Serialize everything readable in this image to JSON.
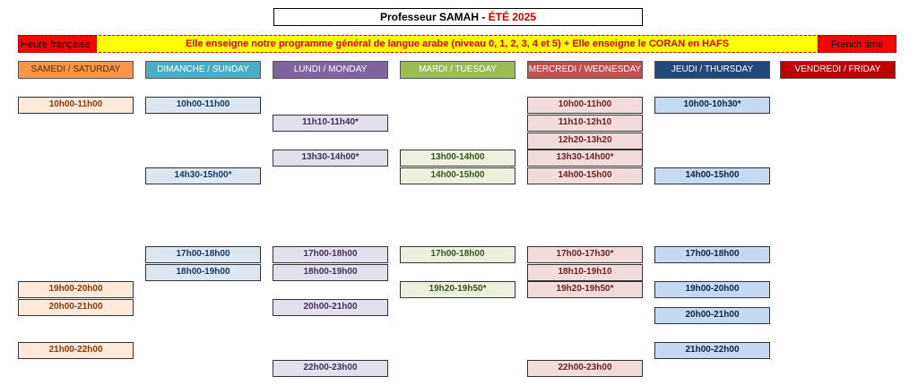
{
  "title": {
    "prefix": "Professeur SAMAH - ",
    "season": "ÉTÉ 2025"
  },
  "banner": {
    "left_label": "Heure française",
    "text": "Elle enseigne notre programme général de langue arabe (niveau 0, 1, 2, 3, 4 et 5) + Elle enseigne le CORAN en HAFS",
    "right_label": "French time"
  },
  "colors": {
    "samedi": "#f79646",
    "dimanche": "#4bacc6",
    "lundi": "#8064a2",
    "mardi": "#9bbb59",
    "mercredi": "#c0504d",
    "jeudi": "#1f497d",
    "vendredi": "#c00000",
    "banner": "#ffff00"
  },
  "days": [
    {
      "key": "sam",
      "label": "SAMEDI / SATURDAY",
      "slots": [
        "10h00-11h00",
        "19h00-20h00",
        "20h00-21h00",
        "21h00-22h00"
      ]
    },
    {
      "key": "dim",
      "label": "DIMANCHE / SUNDAY",
      "slots": [
        "10h00-11h00",
        "14h30-15h00*",
        "17h00-18h00",
        "18h00-19h00"
      ]
    },
    {
      "key": "lun",
      "label": "LUNDI / MONDAY",
      "slots": [
        "11h10-11h40*",
        "13h30-14h00*",
        "17h00-18h00",
        "18h00-19h00",
        "20h00-21h00",
        "22h00-23h00"
      ]
    },
    {
      "key": "mar",
      "label": "MARDI / TUESDAY",
      "slots": [
        "13h00-14h00",
        "14h00-15h00",
        "17h00-18h00",
        "19h20-19h50*"
      ]
    },
    {
      "key": "mer",
      "label": "MERCREDI / WEDNESDAY",
      "slots": [
        "10h00-11h00",
        "11h10-12h10",
        "12h20-13h20",
        "13h30-14h00*",
        "14h00-15h00",
        "17h00-17h30*",
        "18h10-19h10",
        "19h20-19h50*",
        "22h00-23h00"
      ]
    },
    {
      "key": "jeu",
      "label": "JEUDI / THURSDAY",
      "slots": [
        "10h00-10h30*",
        "14h00-15h00",
        "17h00-18h00",
        "19h00-20h00",
        "20h00-21h00",
        "21h00-22h00"
      ]
    },
    {
      "key": "ven",
      "label": "VENDREDI / FRIDAY",
      "slots": []
    }
  ]
}
